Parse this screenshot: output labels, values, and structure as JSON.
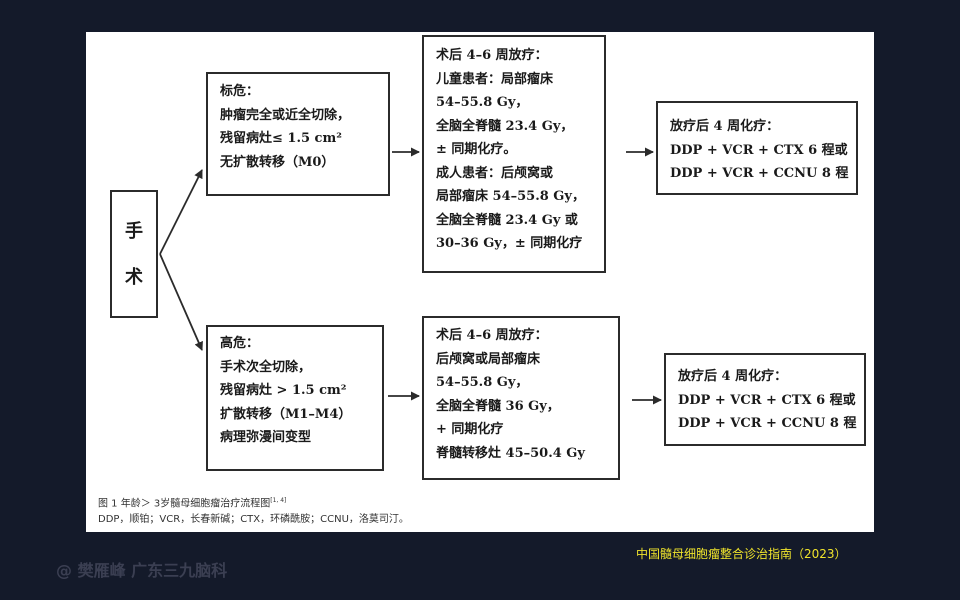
{
  "diagram": {
    "surgery": {
      "chars": [
        "手",
        "术"
      ]
    },
    "standard_risk": {
      "lines": [
        "标危：",
        "肿瘤完全或近全切除，",
        "残留病灶≤ 1.5 cm²",
        "无扩散转移（M0）"
      ]
    },
    "standard_radiotherapy": {
      "lines": [
        "术后 4–6 周放疗：",
        "儿童患者：局部瘤床",
        "54–55.8 Gy，",
        "全脑全脊髓 23.4 Gy，",
        "± 同期化疗。",
        "成人患者：后颅窝或",
        "局部瘤床 54–55.8 Gy，",
        "全脑全脊髓 23.4 Gy 或",
        "30–36 Gy，± 同期化疗"
      ]
    },
    "standard_chemo": {
      "lines": [
        "放疗后 4 周化疗：",
        "DDP + VCR + CTX 6 程或",
        "DDP + VCR + CCNU 8 程"
      ]
    },
    "high_risk": {
      "lines": [
        "高危：",
        "手术次全切除，",
        "残留病灶 > 1.5 cm²",
        "扩散转移（M1–M4）",
        "病理弥漫间变型"
      ]
    },
    "high_radiotherapy": {
      "lines": [
        "术后 4–6 周放疗：",
        "后颅窝或局部瘤床",
        "54–55.8 Gy，",
        "全脑全脊髓 36 Gy，",
        "+ 同期化疗",
        "脊髓转移灶 45–50.4 Gy"
      ]
    },
    "high_chemo": {
      "lines": [
        "放疗后 4 周化疗：",
        "DDP + VCR + CTX 6 程或",
        "DDP + VCR + CCNU 8 程"
      ]
    }
  },
  "caption": {
    "title": "图 1 年龄＞ 3岁髓母细胞瘤治疗流程图",
    "ref": "[1, 4]",
    "note": "DDP，顺铂；VCR，长春新碱；CTX，环磷酰胺；CCNU，洛莫司汀。"
  },
  "watermark": "@ 樊雁峰 广东三九脑科",
  "source": "中国髓母细胞瘤整合诊治指南（2023）"
}
